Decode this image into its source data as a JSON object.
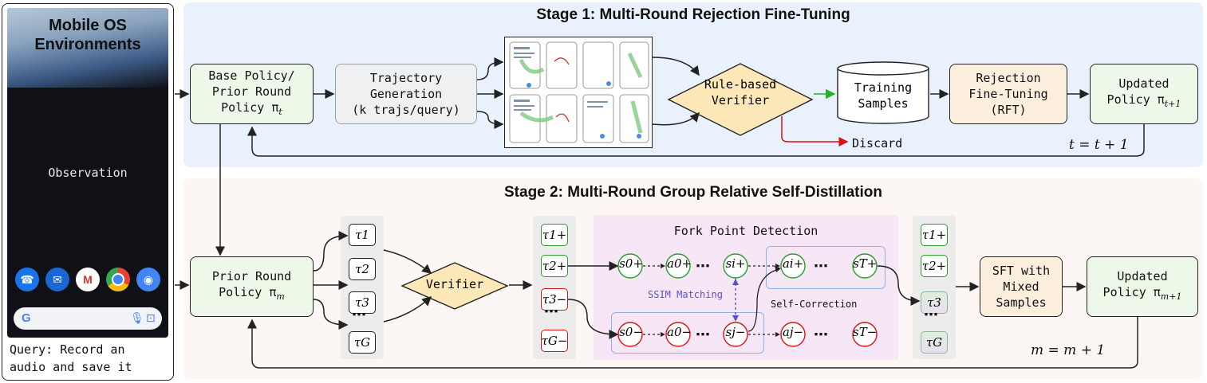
{
  "phone": {
    "title": "Mobile OS\nEnvironments",
    "observation": "Observation",
    "query": "Query: Record an\naudio and save it",
    "dock_icons": [
      "phone-icon",
      "messages-icon",
      "gmail-icon",
      "chrome-icon",
      "camera-icon"
    ]
  },
  "stage1": {
    "title": "Stage 1: Multi-Round Rejection Fine-Tuning",
    "base_policy": "Base Policy/\nPrior Round\nPolicy π",
    "base_policy_sub": "t",
    "traj_gen": "Trajectory\nGeneration\n(k trajs/query)",
    "verifier": "Rule-based\nVerifier",
    "training": "Training\nSamples",
    "discard": "Discard",
    "rft": "Rejection\nFine-Tuning\n(RFT)",
    "updated": "Updated\nPolicy π",
    "updated_sub": "t+1",
    "update_rule": "t = t + 1"
  },
  "stage2": {
    "title": "Stage 2: Multi-Round Group Relative Self-Distillation",
    "prior_policy": "Prior Round\nPolicy π",
    "prior_policy_sub": "m",
    "verifier": "Verifier",
    "fork_title": "Fork Point Detection",
    "ssim": "SSIM Matching",
    "self_correction": "Self-Correction",
    "sft": "SFT with\nMixed\nSamples",
    "updated": "Updated\nPolicy π",
    "updated_sub": "m+1",
    "update_rule": "m = m + 1",
    "taus": [
      "τ1",
      "τ2",
      "τ3",
      "τG"
    ],
    "verified": [
      "τ1+",
      "τ2+",
      "τ3−",
      "τG−"
    ],
    "mixed": [
      "τ1+",
      "τ2+",
      "τ3",
      "τG"
    ],
    "pos_chain": [
      "s0+",
      "a0+",
      "si+",
      "ai+",
      "sT+"
    ],
    "neg_chain": [
      "s0−",
      "a0−",
      "sj−",
      "aj−",
      "sT−"
    ]
  },
  "colors": {
    "green": "#2a9d2a",
    "red": "#d11111",
    "violet": "#5a4fd6"
  }
}
